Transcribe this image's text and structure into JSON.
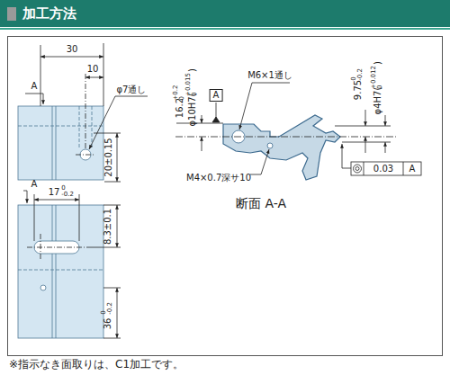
{
  "diagram": {
    "title": "加工方法",
    "caption": "※指示なき面取りは、C1加工です。",
    "labels": [
      "30",
      "10",
      "A",
      "φ7通し",
      "20±0.15",
      "A",
      "17",
      "0 -0.2",
      "8.3±0.1",
      "36",
      "0 -0.2",
      "16.2",
      "+0.2 0",
      "φ10H7(",
      "+0.015 0",
      ")",
      "A",
      "M6×1通し",
      "9.75",
      "0 -0.2",
      "φ4H7(",
      "+0.012 0",
      ")",
      "M4×0.7深サ10",
      "断面 A-A",
      "0.03",
      "A"
    ]
  }
}
